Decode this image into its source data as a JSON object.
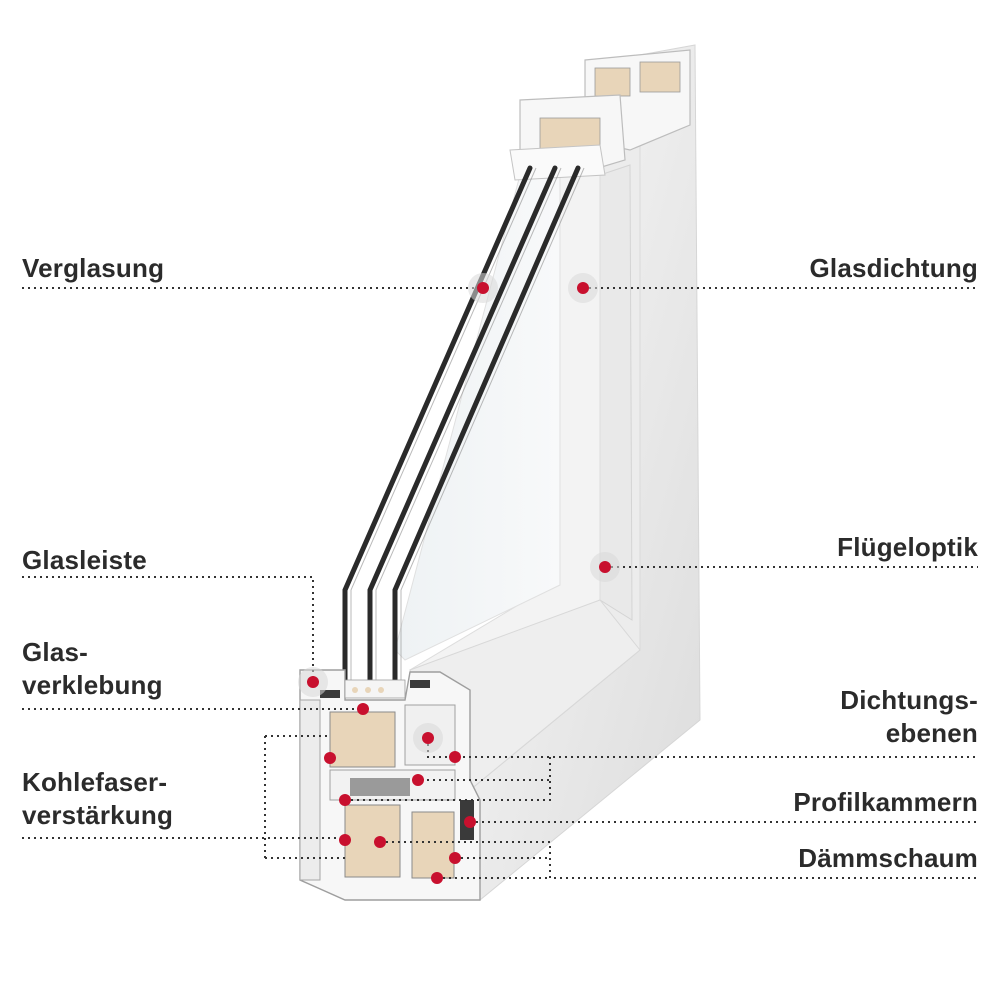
{
  "labels": {
    "left": {
      "verglasung": "Verglasung",
      "glasleiste": "Glasleiste",
      "glasverklebung": [
        "Glas-",
        "verklebung"
      ],
      "kohlefaser": [
        "Kohlefaser-",
        "verstärkung"
      ]
    },
    "right": {
      "glasdichtung": "Glasdichtung",
      "fluegeloptik": "Flügeloptik",
      "dichtungsebenen": [
        "Dichtungs-",
        "ebenen"
      ],
      "profilkammern": "Profilkammern",
      "daemmschaum": "Dämmschaum"
    }
  },
  "colors": {
    "marker": "#c8102e",
    "marker_halo": "#d9d9d9",
    "leader_line": "#333333",
    "text": "#2b2b2b",
    "frame_white": "#f4f4f4",
    "foam": "#e8d5b9",
    "glass_edge": "#2a2a2a"
  }
}
